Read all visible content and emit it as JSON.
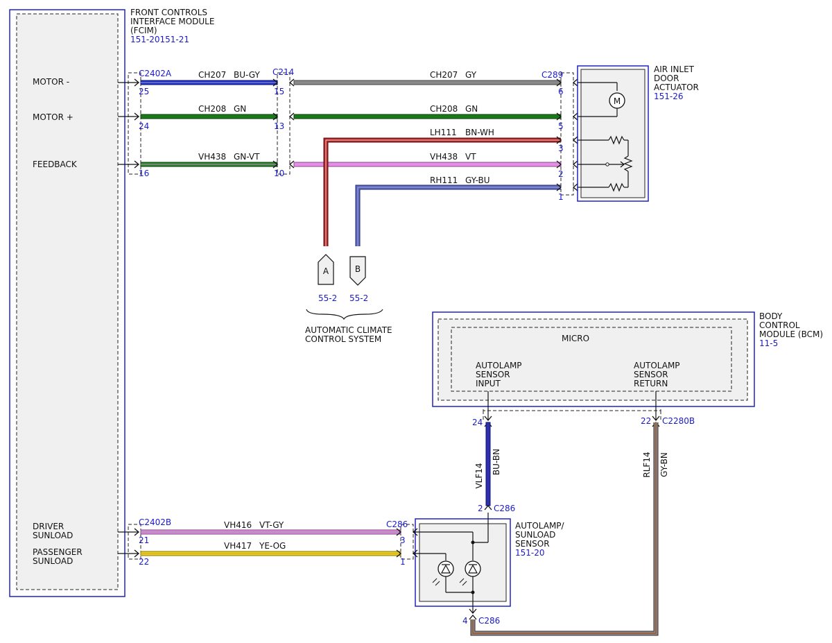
{
  "fcim": {
    "title_line1": "FRONT CONTROLS",
    "title_line2": "INTERFACE MODULE",
    "title_line3": "(FCIM)",
    "ref": "151-20151-21",
    "pins": {
      "motor_minus": "MOTOR -",
      "motor_plus": "MOTOR +",
      "feedback": "FEEDBACK",
      "driver_sunload_1": "DRIVER",
      "driver_sunload_2": "SUNLOAD",
      "passenger_sunload_1": "PASSENGER",
      "passenger_sunload_2": "SUNLOAD"
    }
  },
  "actuator": {
    "title_line1": "AIR INLET",
    "title_line2": "DOOR",
    "title_line3": "ACTUATOR",
    "ref": "151-26",
    "motor_symbol": "M"
  },
  "bcm": {
    "title_line1": "BODY",
    "title_line2": "CONTROL",
    "title_line3": "MODULE (BCM)",
    "ref": "11-5",
    "micro": "MICRO",
    "input_line1": "AUTOLAMP",
    "input_line2": "SENSOR",
    "input_line3": "INPUT",
    "return_line1": "AUTOLAMP",
    "return_line2": "SENSOR",
    "return_line3": "RETURN"
  },
  "sensor": {
    "title_line1": "AUTOLAMP/",
    "title_line2": "SUNLOAD",
    "title_line3": "SENSOR",
    "ref": "151-20"
  },
  "connectors": {
    "c2402a": "C2402A",
    "c214": "C214",
    "c289": "C289",
    "c2402b": "C2402B",
    "c286_top": "C286",
    "c286_left": "C286",
    "c286_bottom": "C286",
    "c2280b": "C2280B"
  },
  "pin_numbers": {
    "a25": "25",
    "a24": "24",
    "a16": "16",
    "c214_15": "15",
    "c214_13": "13",
    "c214_10": "10",
    "c289_6": "6",
    "c289_5": "5",
    "c289_3": "3",
    "c289_2": "2",
    "c289_1": "1",
    "b21": "21",
    "b22": "22",
    "c286_3": "3",
    "c286_1": "1",
    "c286_2": "2",
    "c286_4": "4",
    "bcm_24": "24",
    "bcm_22": "22"
  },
  "wires": {
    "ch207_left": {
      "circuit": "CH207",
      "color": "BU-GY"
    },
    "ch208_left": {
      "circuit": "CH208",
      "color": "GN"
    },
    "vh438_left": {
      "circuit": "VH438",
      "color": "GN-VT"
    },
    "ch207_right": {
      "circuit": "CH207",
      "color": "GY"
    },
    "ch208_right": {
      "circuit": "CH208",
      "color": "GN"
    },
    "lh111": {
      "circuit": "LH111",
      "color": "BN-WH"
    },
    "vh438_right": {
      "circuit": "VH438",
      "color": "VT"
    },
    "rh111": {
      "circuit": "RH111",
      "color": "GY-BU"
    },
    "vh416": {
      "circuit": "VH416",
      "color": "VT-GY"
    },
    "vh417": {
      "circuit": "VH417",
      "color": "YE-OG"
    },
    "vlf14": {
      "circuit": "VLF14",
      "color": "BU-BN"
    },
    "rlf14": {
      "circuit": "RLF14",
      "color": "GY-BN"
    }
  },
  "references": {
    "a_label": "A",
    "b_label": "B",
    "a_page": "55-2",
    "b_page": "55-2",
    "system_line1": "AUTOMATIC CLIMATE",
    "system_line2": "CONTROL SYSTEM"
  },
  "colors": {
    "module_outline": "#2020c0",
    "ref_text": "#1a1acc",
    "blue_wire": "#1f2fd0",
    "gray_wire": "#8a8a8a",
    "green_wire": "#1a7a1a",
    "violet_wire": "#e58ee5",
    "brown_wire": "#a52a2a",
    "yellow_wire": "#e6d21a"
  }
}
